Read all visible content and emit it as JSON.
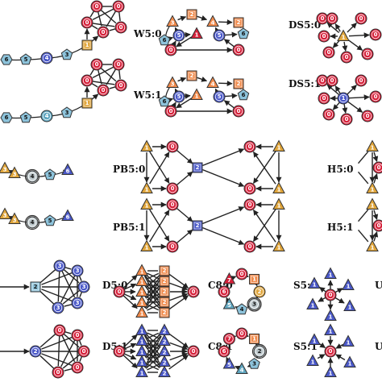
{
  "panels": {
    "w5_0": "W5:0",
    "w5_1": "W5:1",
    "ds5_0": "DS5:0",
    "ds5_1": "DS5:1",
    "pb5_0": "PB5:0",
    "pb5_1": "PB5:1",
    "h5_0": "H5:0",
    "h5_1": "H5:1",
    "d5_0": "D5:0",
    "d5_1": "D5:1",
    "c8_0": "C8:0",
    "c8_1": "C8:1",
    "s5_0": "S5:0",
    "s5_1": "S5:1",
    "u_0": "U",
    "u_1": "U"
  },
  "node_labels": [
    "0",
    "1",
    "2",
    "3",
    "4",
    "5",
    "6",
    "7"
  ],
  "colors": {
    "red": "#d6203a",
    "orange": "#f08a4b",
    "gold": "#e0a53a",
    "blue": "#4a58c8",
    "lightblue": "#8dc3db",
    "teal": "#5fa6c0",
    "gray": "#b9c4c8",
    "darkring": "#333333"
  }
}
